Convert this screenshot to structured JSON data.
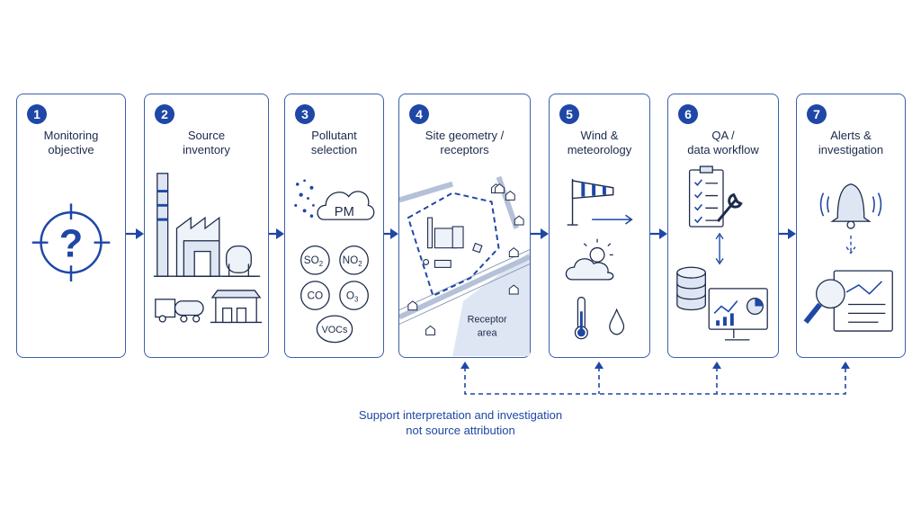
{
  "steps": [
    {
      "number": "1",
      "title_line1": "Monitoring",
      "title_line2": "objective"
    },
    {
      "number": "2",
      "title_line1": "Source",
      "title_line2": "inventory"
    },
    {
      "number": "3",
      "title_line1": "Pollutant",
      "title_line2": "selection"
    },
    {
      "number": "4",
      "title_line1": "Site geometry /",
      "title_line2": "receptors"
    },
    {
      "number": "5",
      "title_line1": "Wind &",
      "title_line2": "meteorology"
    },
    {
      "number": "6",
      "title_line1": "QA /",
      "title_line2": "data workflow"
    },
    {
      "number": "7",
      "title_line1": "Alerts &",
      "title_line2": "investigation"
    }
  ],
  "pollutants": {
    "pm": "PM",
    "so2": "SO",
    "so2_sub": "2",
    "no2": "NO",
    "no2_sub": "2",
    "co": "CO",
    "o3": "O",
    "o3_sub": "3",
    "vocs": "VOCs"
  },
  "receptor_label_line1": "Receptor",
  "receptor_label_line2": "area",
  "question_mark": "?",
  "footnote_line1": "Support interpretation and investigation",
  "footnote_line2": "not source attribution",
  "colors": {
    "accent": "#1e47a6",
    "outline": "#3b5fa8",
    "ink": "#1c2a4a",
    "light": "#dfe6f3"
  }
}
